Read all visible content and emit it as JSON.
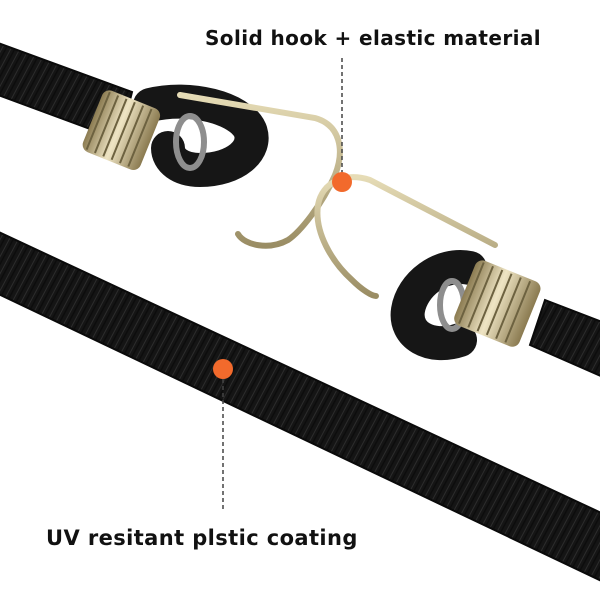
{
  "callouts": {
    "top": "Solid hook + elastic material",
    "bottom": "UV resitant plstic coating"
  },
  "colors": {
    "background": "#ffffff",
    "cord": "#141414",
    "coil_metal": "#c9b98a",
    "hook_wire": "#bfb38a",
    "marker": "#f26a2c",
    "leader_line": "#444444"
  },
  "icons": {
    "marker": "orange-dot-marker"
  }
}
